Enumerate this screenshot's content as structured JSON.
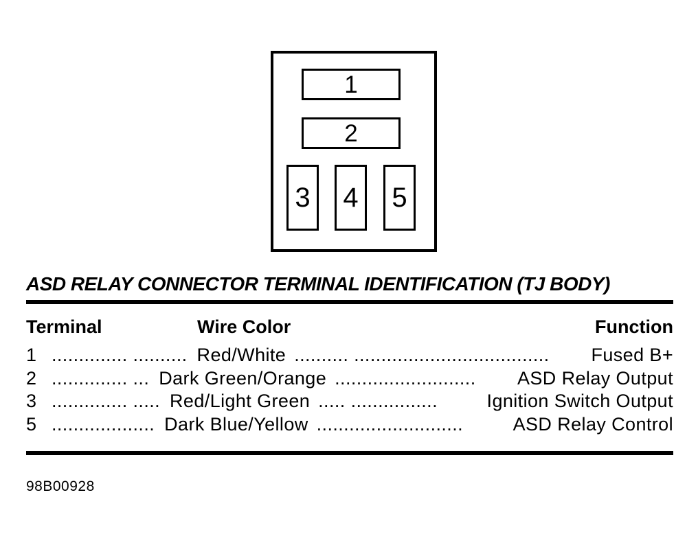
{
  "connector": {
    "terminals": [
      "1",
      "2",
      "3",
      "4",
      "5"
    ]
  },
  "caption": "ASD RELAY CONNECTOR TERMINAL IDENTIFICATION (TJ BODY)",
  "table": {
    "headers": {
      "terminal": "Terminal",
      "wire_color": "Wire Color",
      "function": "Function"
    },
    "rows": [
      {
        "terminal": "1",
        "dots1": ".............. ..........",
        "wire_color": "Red/White",
        "dots2": ".......... ....................................",
        "function": "Fused B+"
      },
      {
        "terminal": "2",
        "dots1": ".............. ...",
        "wire_color": "Dark Green/Orange",
        "dots2": "..........................",
        "function": "ASD Relay Output"
      },
      {
        "terminal": "3",
        "dots1": ".............. .....",
        "wire_color": "Red/Light Green",
        "dots2": "..... ................",
        "function": "Ignition Switch Output"
      },
      {
        "terminal": "5",
        "dots1": "...................",
        "wire_color": "Dark Blue/Yellow",
        "dots2": "...........................",
        "function": "ASD Relay Control"
      }
    ]
  },
  "figure_id": "98B00928",
  "colors": {
    "ink": "#000000",
    "paper": "#ffffff"
  }
}
